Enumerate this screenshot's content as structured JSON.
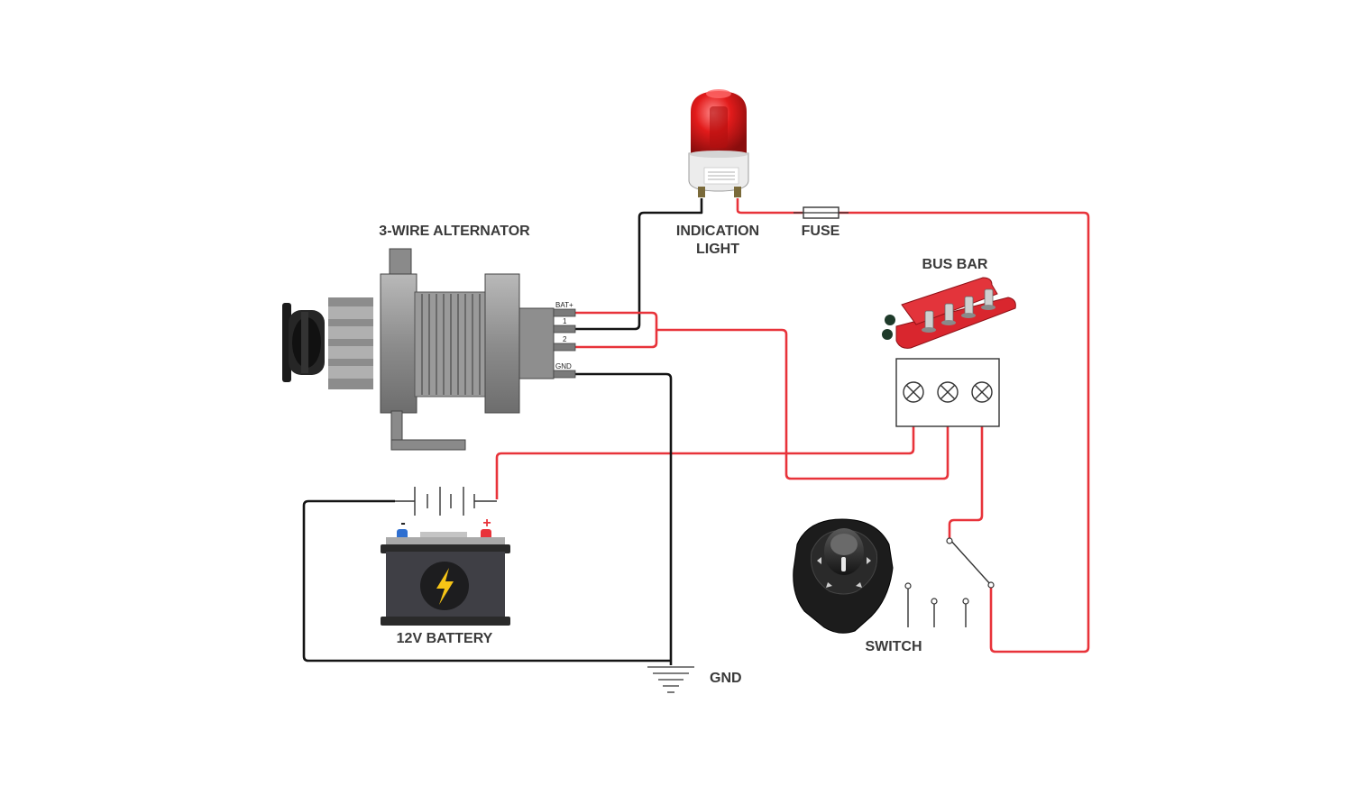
{
  "labels": {
    "alternator": "3-WIRE ALTERNATOR",
    "indication_light_line1": "INDICATION",
    "indication_light_line2": "LIGHT",
    "fuse": "FUSE",
    "bus_bar": "BUS BAR",
    "battery": "12V BATTERY",
    "gnd": "GND",
    "switch": "SWITCH"
  },
  "terminals": {
    "bat_plus": "BAT+",
    "t1": "1",
    "t2": "2",
    "gnd": "GND"
  },
  "battery_polarity": {
    "minus": "-",
    "plus": "+"
  },
  "colors": {
    "positive_wire": "#e8333a",
    "negative_wire": "#141414",
    "alternator_body": "#8e8e8e",
    "battery_body": "#3f3f45",
    "bus_bar": "#d9262e",
    "light_dome": "#e21b1b",
    "bolt": "#f6c416"
  },
  "icons": {
    "alternator": "alternator-icon",
    "indication_light": "beacon-light-icon",
    "fuse": "fuse-icon",
    "bus_bar": "bus-bar-icon",
    "battery": "car-battery-icon",
    "battery_symbol": "battery-symbol-icon",
    "ground": "ground-symbol-icon",
    "switch": "rotary-switch-icon",
    "switch_symbol": "switch-symbol-icon",
    "terminal_lamp": "lamp-symbol-icon"
  }
}
